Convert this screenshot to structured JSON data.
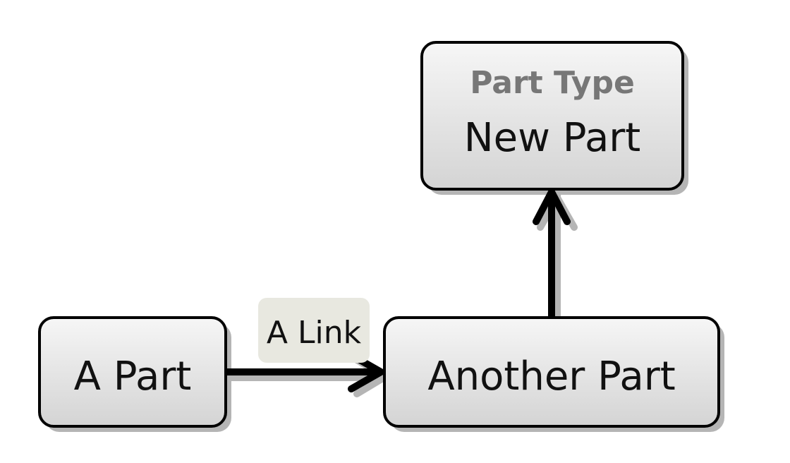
{
  "diagram": {
    "nodes": {
      "a_part": {
        "label": "A Part"
      },
      "another_part": {
        "label": "Another Part"
      },
      "new_part": {
        "type": "Part Type",
        "label": "New Part"
      }
    },
    "links": {
      "a_to_another": {
        "label": "A Link"
      }
    },
    "colors": {
      "box_fill_top": "#f6f6f6",
      "box_fill_bottom": "#d4d4d4",
      "stroke": "#000000",
      "shadow": "#b5b5b5",
      "type_text": "#777777",
      "link_label_bg": "#e8e8e0"
    }
  }
}
